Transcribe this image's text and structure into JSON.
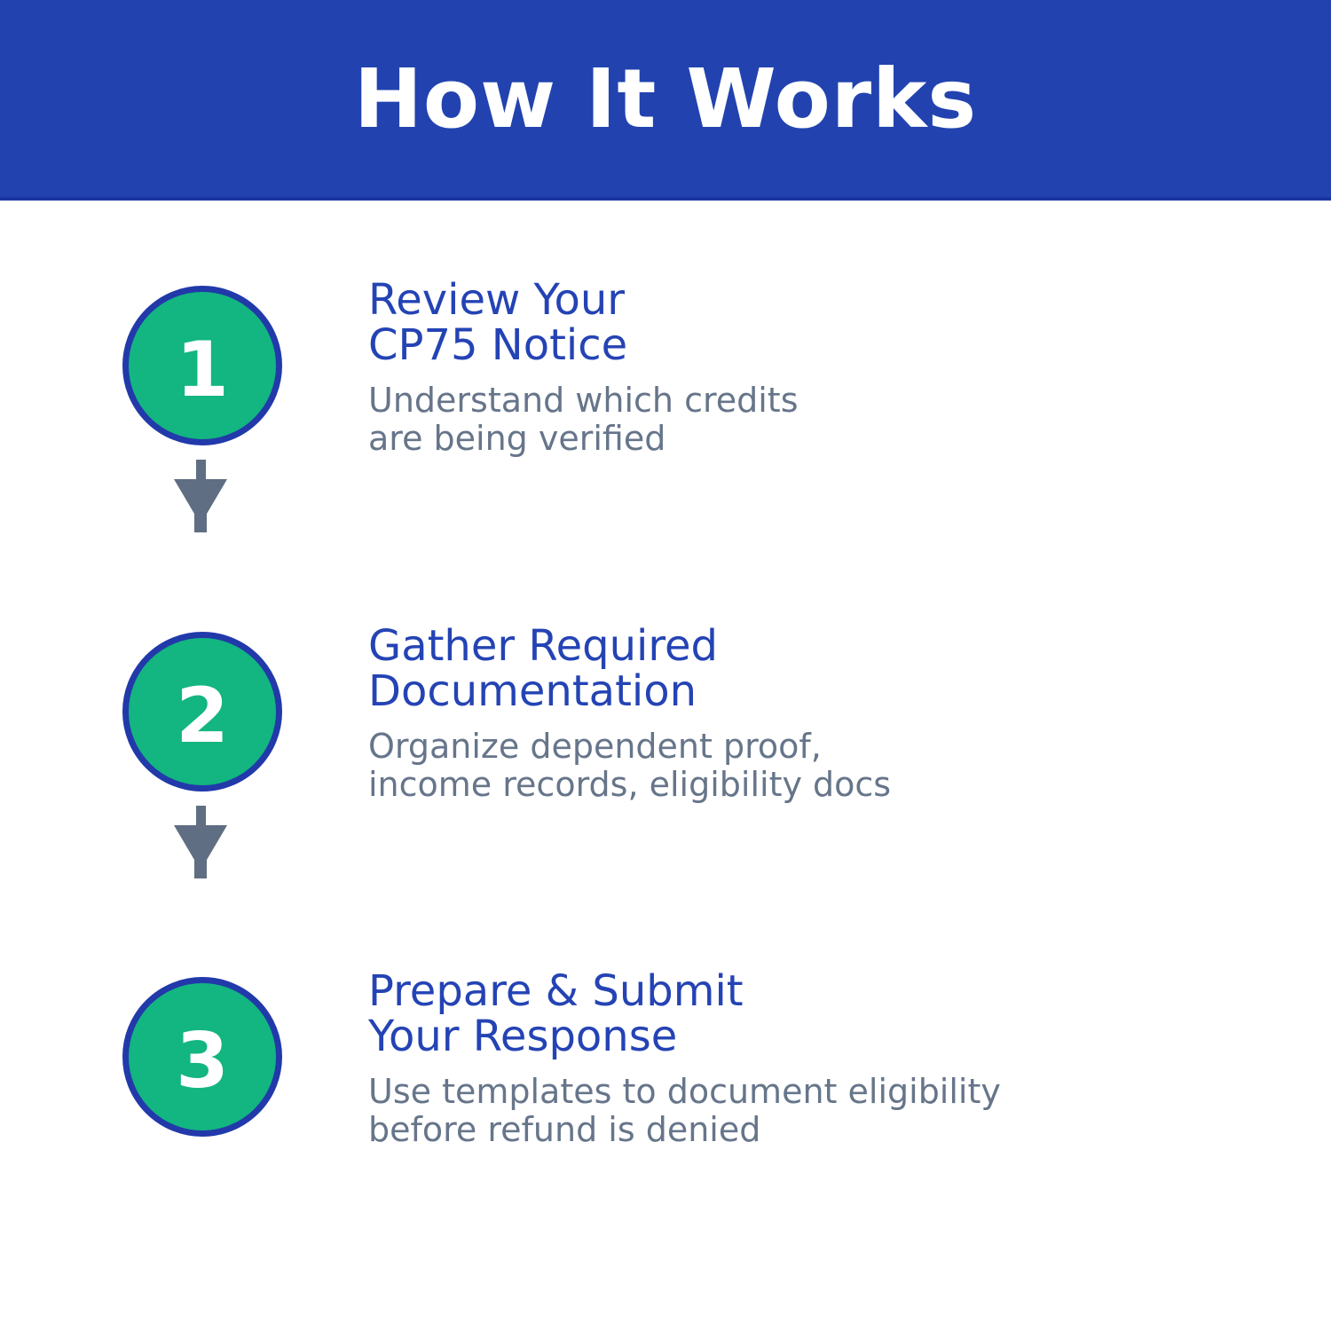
{
  "header": {
    "title": "How It Works"
  },
  "colors": {
    "header_bg": "#2243af",
    "header_text": "#ffffff",
    "circle_fill": "#13b581",
    "circle_border": "#2239aa",
    "step_title": "#2443b4",
    "step_desc": "#66758a",
    "arrow": "#5f6e82"
  },
  "steps": [
    {
      "number": "1",
      "title_line1": "Review Your",
      "title_line2": "CP75 Notice",
      "desc_line1": "Understand which credits",
      "desc_line2": "are being verified"
    },
    {
      "number": "2",
      "title_line1": "Gather Required",
      "title_line2": "Documentation",
      "desc_line1": "Organize dependent proof,",
      "desc_line2": "income records, eligibility docs"
    },
    {
      "number": "3",
      "title_line1": "Prepare & Submit",
      "title_line2": "Your Response",
      "desc_line1": "Use templates to document eligibility",
      "desc_line2": "before refund is denied"
    }
  ]
}
